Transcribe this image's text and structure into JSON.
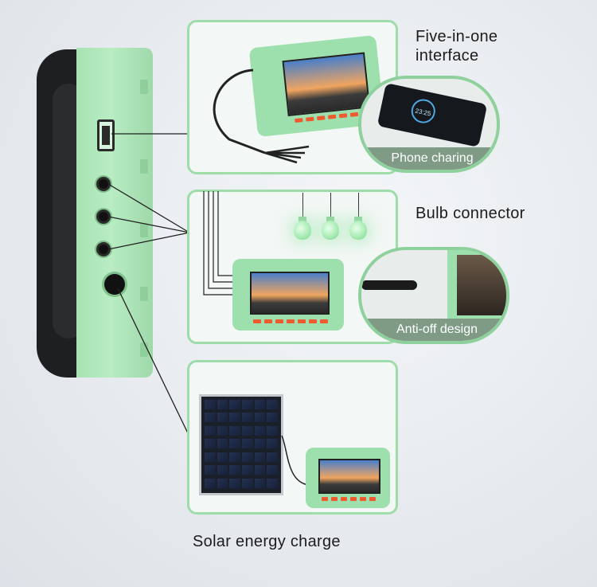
{
  "labels": {
    "five_in_one": "Five-in-one\ninterface",
    "bulb_connector": "Bulb connector",
    "phone_charging": "Phone charing",
    "anti_off": "Anti-off design",
    "solar_charge": "Solar energy charge"
  },
  "colors": {
    "device_green": "#a7e3b3",
    "panel_border": "#9edcaa",
    "caption_bg": "#7f9b86",
    "accent_orange": "#ef5a2f"
  },
  "phone_screen": {
    "time": "23:25"
  }
}
